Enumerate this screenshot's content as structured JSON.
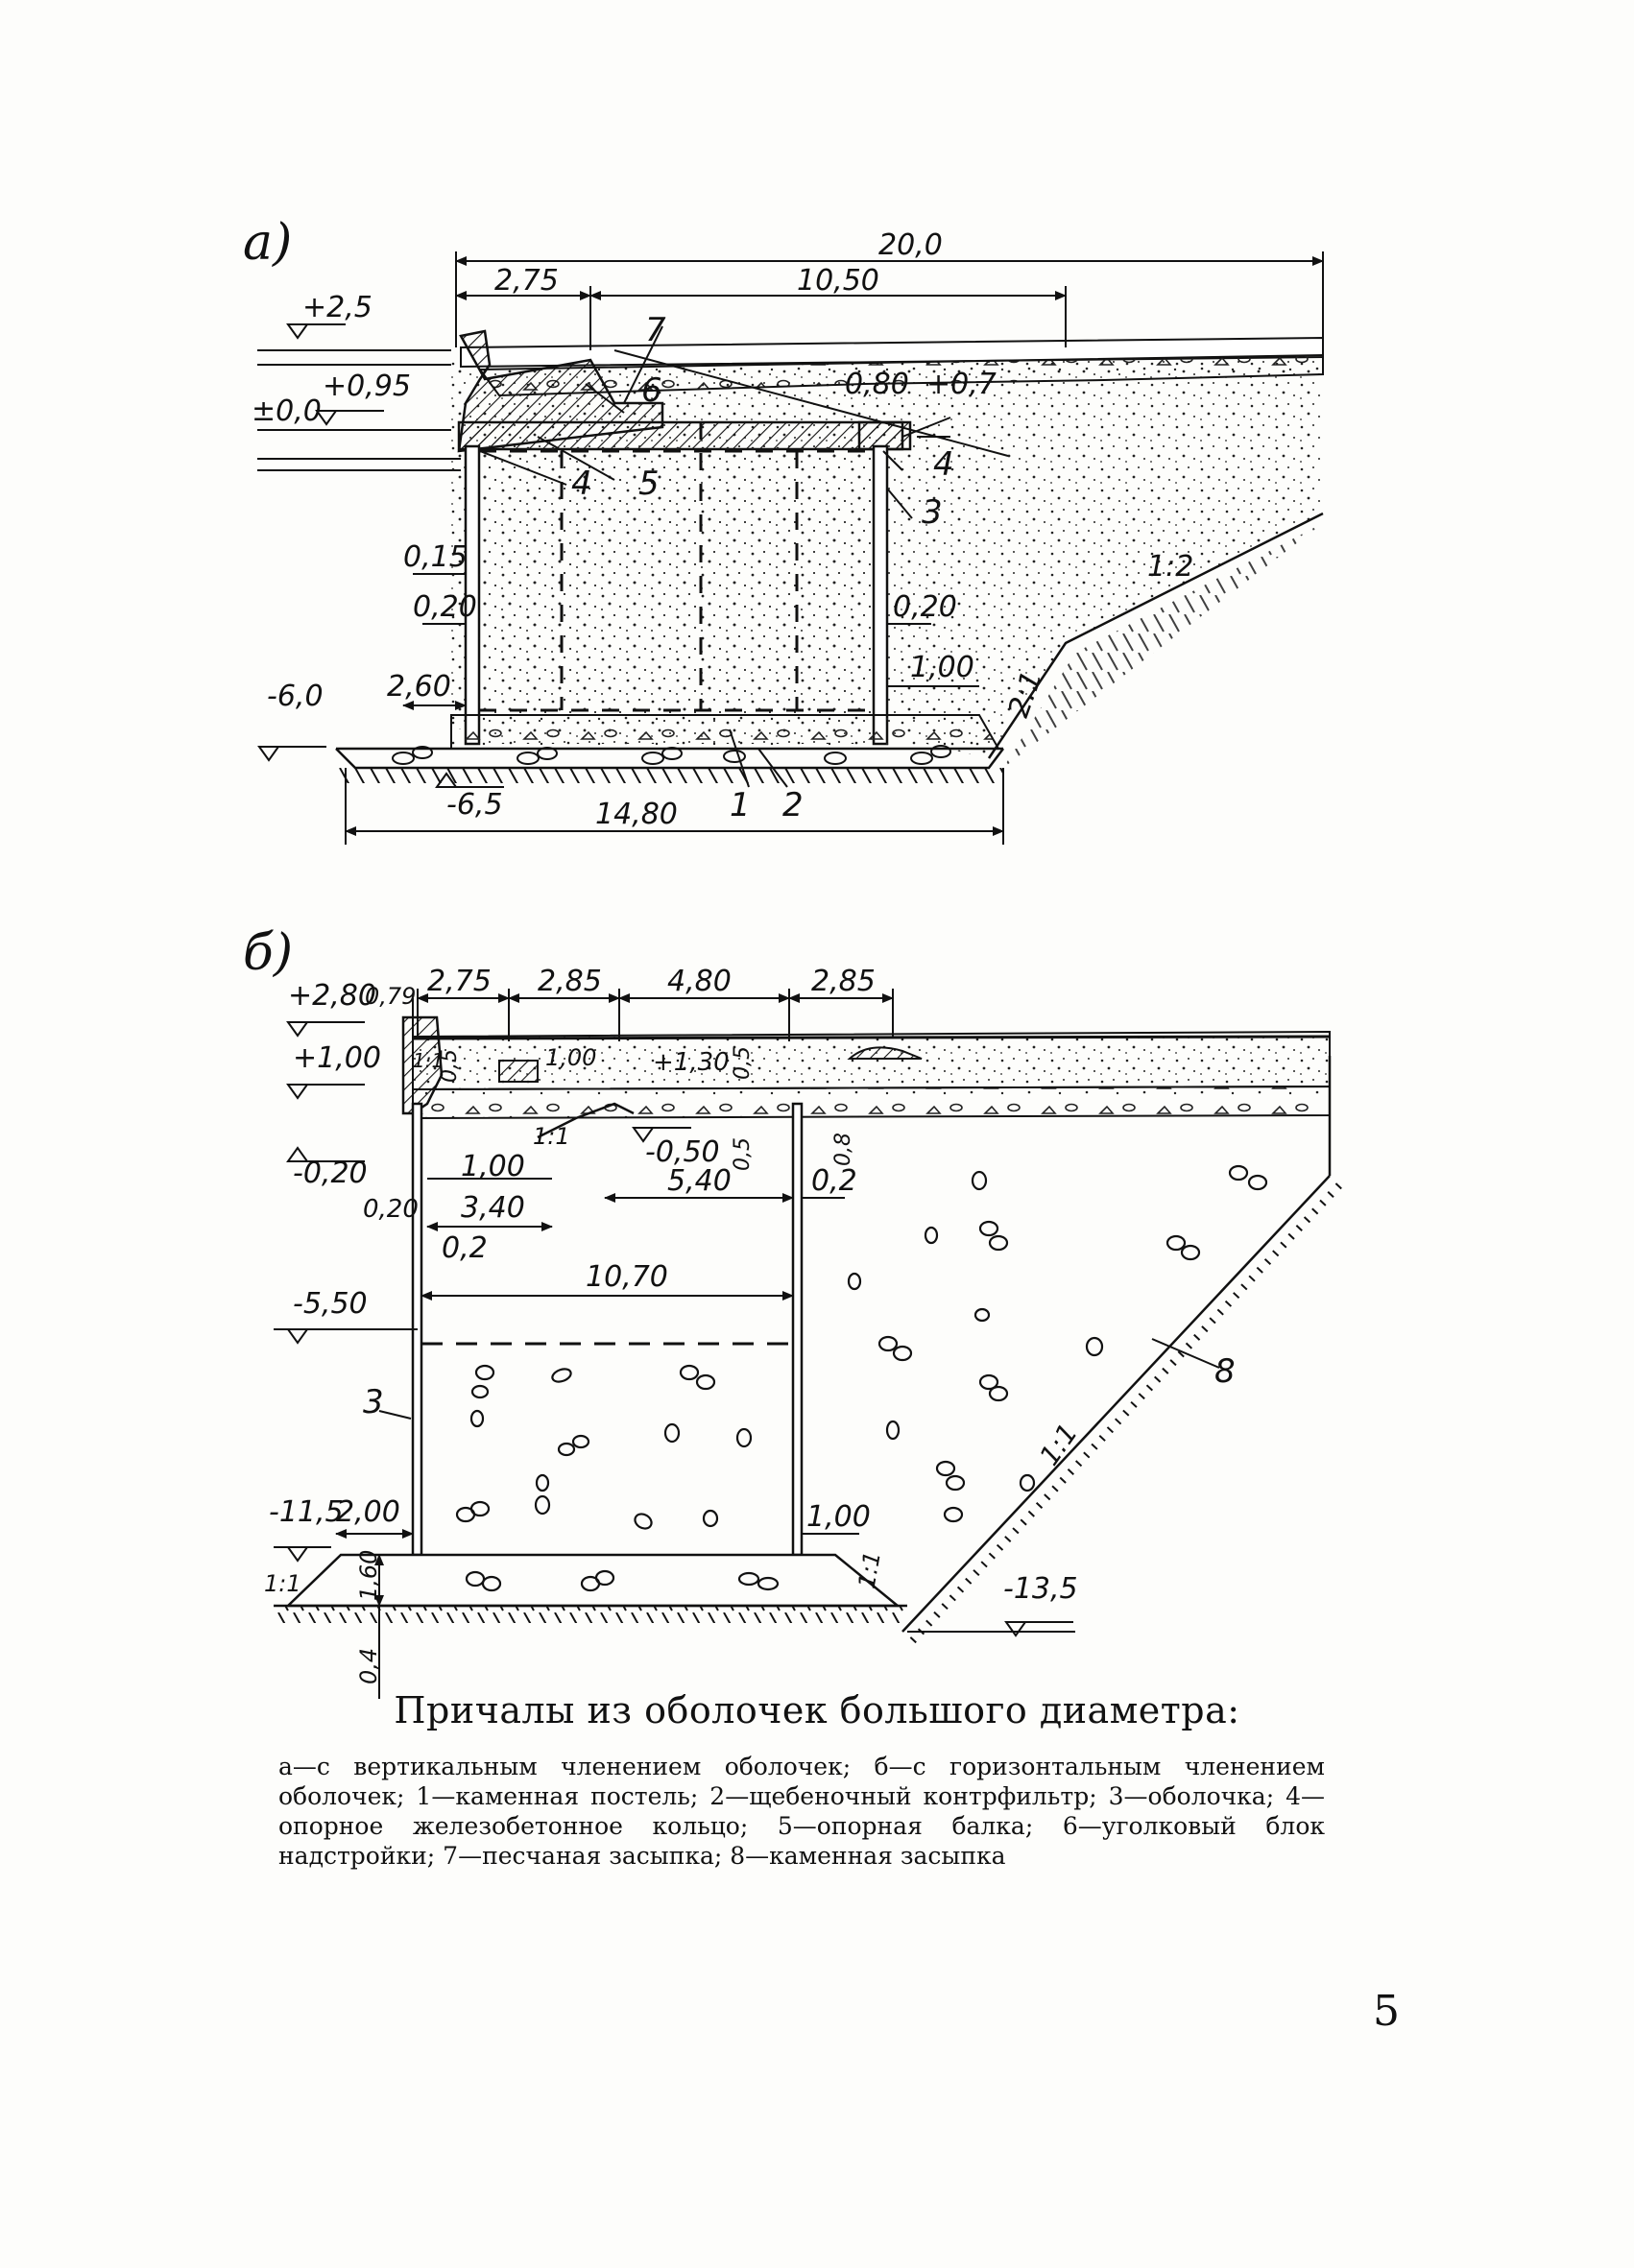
{
  "figure_a": {
    "part_label": "а)",
    "dims": {
      "total_width": "20,0",
      "d_2_75": "2,75",
      "d_10_50": "10,50",
      "lvl_p2_5": "+2,5",
      "lvl_p0_95": "+0,95",
      "lvl_0_0": "±0,0",
      "d_0_80": "0,80",
      "lvl_p0_7": "+0,7",
      "d_0_15": "0,15",
      "d_0_20_left": "0,20",
      "d_0_20_right": "0,20",
      "d_1_00": "1,00",
      "lvl_m6_0": "-6,0",
      "d_2_60": "2,60",
      "lvl_m6_5": "-6,5",
      "d_14_80": "14,80",
      "slope_1_2": "1:2",
      "slope_2_1": "2:1"
    },
    "callouts": [
      "1",
      "2",
      "3",
      "4",
      "4",
      "5",
      "6",
      "7"
    ]
  },
  "figure_b": {
    "part_label": "б)",
    "dims": {
      "d_2_75": "2,75",
      "d_2_85a": "2,85",
      "d_4_80": "4,80",
      "d_2_85b": "2,85",
      "lvl_p2_80": "+2,80",
      "d_0_79": "0,79",
      "lvl_p1_00": "+1,00",
      "d_1_00_top": "1,00",
      "lvl_p1_30": "+1,30",
      "d_0_5a": "0,5",
      "d_0_5b": "0,5",
      "d_0_5c": "0,5",
      "d_0_8": "0,8",
      "lvl_m0_20": "-0,20",
      "d_1_00_mid": "1,00",
      "lvl_m0_50": "-0,50",
      "d_3_40": "3,40",
      "d_5_40": "5,40",
      "d_0_20": "0,20",
      "d_0_2a": "0,2",
      "d_0_2b": "0,2",
      "d_10_70": "10,70",
      "lvl_m5_50": "-5,50",
      "lvl_m11_5": "-11,5",
      "d_2_00": "2,00",
      "d_1_00_bot": "1,00",
      "d_1_60": "1,60",
      "d_0_4": "0,4",
      "lvl_m13_5": "-13,5",
      "slope_1_1_a": "1:1",
      "slope_1_1_b": "1:1",
      "slope_1_1_c": "1:1",
      "slope_1_1_d": "1:1",
      "slope_1_1_e": "1:1"
    },
    "callouts": [
      "3",
      "8"
    ]
  },
  "caption": {
    "title": "Причалы из оболочек большого диаметра:",
    "body": "а—с вертикальным членением оболочек; б—с горизонтальным членением оболочек; 1—каменная постель; 2—щебеночный контрфильтр; 3—оболочка; 4—опорное железобетонное кольцо; 5—опорная балка; 6—угол­ковый блок надстройки; 7—песчаная засыпка; 8—каменная засыпка"
  },
  "page_number": "5"
}
